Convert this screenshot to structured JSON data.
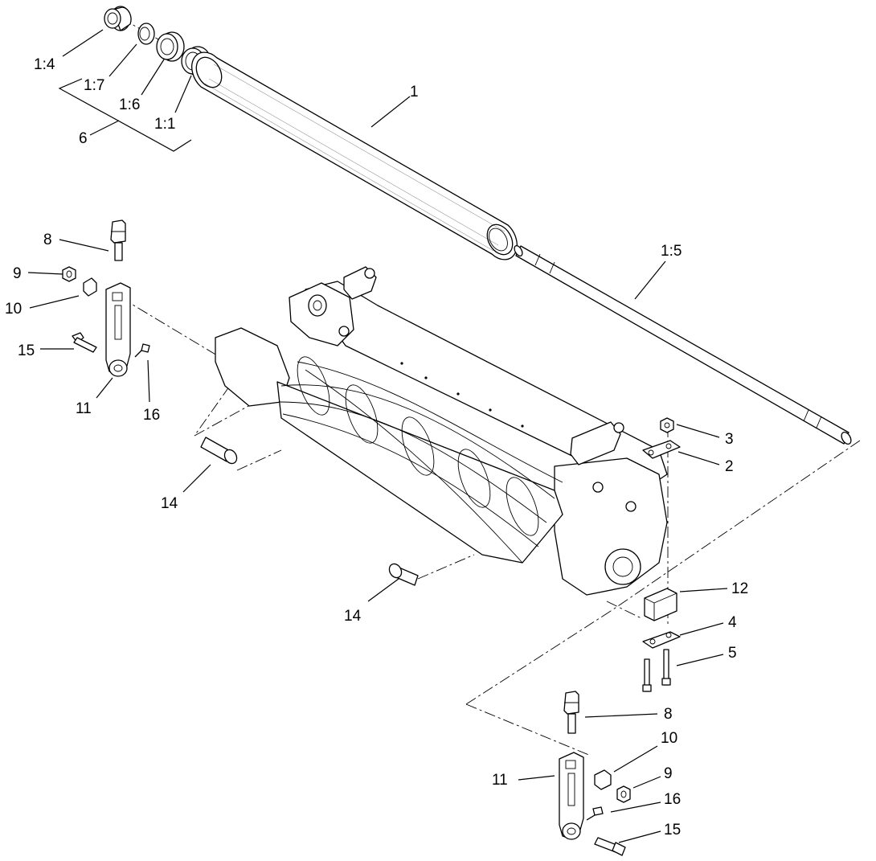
{
  "callouts": {
    "c1": "1",
    "c1_4": "1:4",
    "c1_7": "1:7",
    "c1_6": "1:6",
    "c1_1": "1:1",
    "c6": "6",
    "c1_5": "1:5",
    "c8_top": "8",
    "c9_top": "9",
    "c10_top": "10",
    "c15_top": "15",
    "c11_top": "11",
    "c16_top": "16",
    "c14_left": "14",
    "c14_mid": "14",
    "c3": "3",
    "c2": "2",
    "c12": "12",
    "c4": "4",
    "c5": "5",
    "c8_bot": "8",
    "c10_bot": "10",
    "c11_bot": "11",
    "c9_bot": "9",
    "c16_bot": "16",
    "c15_bot": "15"
  }
}
